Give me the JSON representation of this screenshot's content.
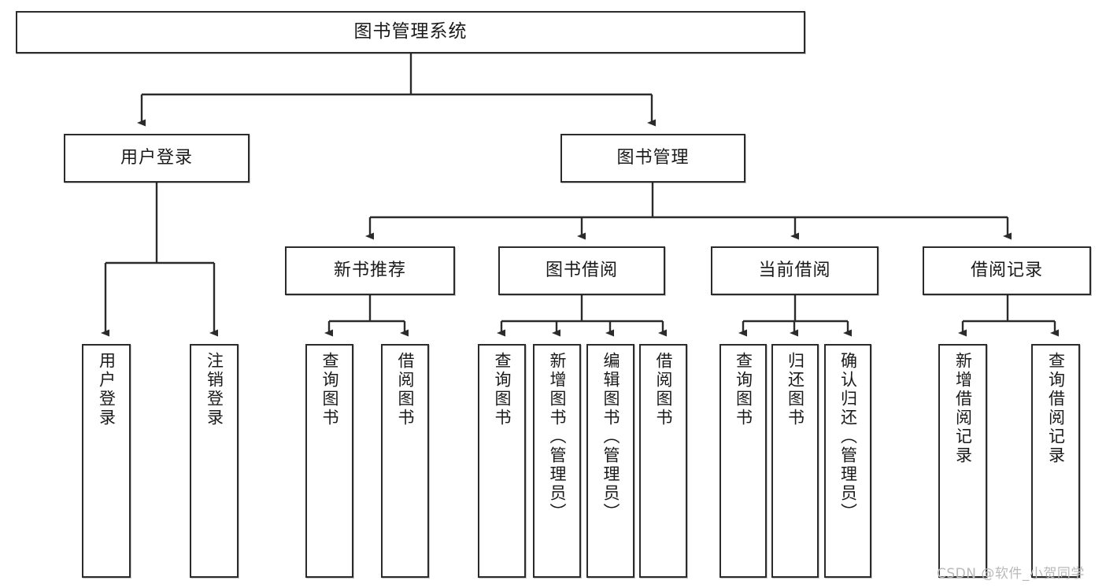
{
  "diagram": {
    "type": "tree-hierarchy-flowchart",
    "title": "图书管理系统",
    "orientation": "top-down",
    "colors": {
      "box_border": "#2b2b2b",
      "box_fill": "#ffffff",
      "connector": "#2b2b2b",
      "text": "#1a1a1a",
      "watermark": "#b9b9b9",
      "background": "#ffffff"
    },
    "nodes": {
      "root": {
        "label": "图书管理系统"
      },
      "level2": [
        {
          "id": "user-login",
          "label": "用户登录"
        },
        {
          "id": "book-manage",
          "label": "图书管理"
        }
      ],
      "level3": [
        {
          "id": "new-book-recommend",
          "label": "新书推荐"
        },
        {
          "id": "book-borrow",
          "label": "图书借阅"
        },
        {
          "id": "current-borrow",
          "label": "当前借阅"
        },
        {
          "id": "borrow-record",
          "label": "借阅记录"
        }
      ],
      "leaves": {
        "user_login": [
          {
            "id": "leaf-user-login",
            "label": "用户登录"
          },
          {
            "id": "leaf-logout-login",
            "label": "注销登录"
          }
        ],
        "new_book_recommend": [
          {
            "id": "leaf-query-book-1",
            "label": "查询图书"
          },
          {
            "id": "leaf-borrow-book-1",
            "label": "借阅图书"
          }
        ],
        "book_borrow": [
          {
            "id": "leaf-query-book-2",
            "label": "查询图书"
          },
          {
            "id": "leaf-add-book",
            "label": "新增图书（管理员）"
          },
          {
            "id": "leaf-edit-book",
            "label": "编辑图书（管理员）"
          },
          {
            "id": "leaf-borrow-book-2",
            "label": "借阅图书"
          }
        ],
        "current_borrow": [
          {
            "id": "leaf-query-book-3",
            "label": "查询图书"
          },
          {
            "id": "leaf-return-book",
            "label": "归还图书"
          },
          {
            "id": "leaf-confirm-return",
            "label": "确认归还（管理员）"
          }
        ],
        "borrow_record": [
          {
            "id": "leaf-add-record",
            "label": "新增借阅记录"
          },
          {
            "id": "leaf-query-record",
            "label": "查询借阅记录"
          }
        ]
      }
    },
    "watermark": "CSDN @软件_小贺同学"
  }
}
